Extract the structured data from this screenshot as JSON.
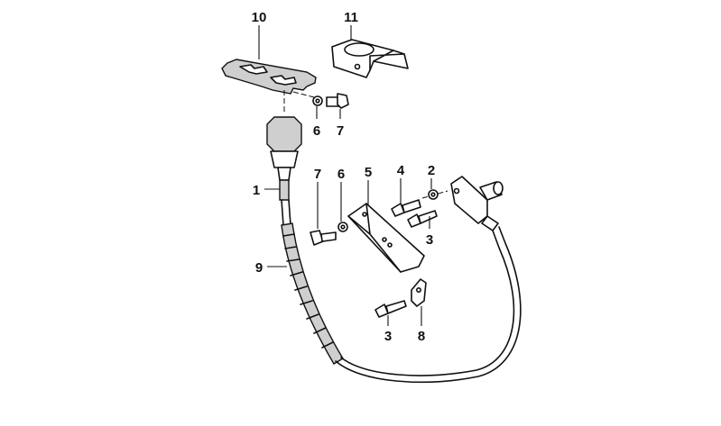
{
  "diagram": {
    "callouts": [
      {
        "id": "p10",
        "label": "10"
      },
      {
        "id": "p11",
        "label": "11"
      },
      {
        "id": "p6a",
        "label": "6"
      },
      {
        "id": "p7a",
        "label": "7"
      },
      {
        "id": "p1",
        "label": "1"
      },
      {
        "id": "p9",
        "label": "9"
      },
      {
        "id": "p7b",
        "label": "7"
      },
      {
        "id": "p6b",
        "label": "6"
      },
      {
        "id": "p5",
        "label": "5"
      },
      {
        "id": "p4",
        "label": "4"
      },
      {
        "id": "p2",
        "label": "2"
      },
      {
        "id": "p3a",
        "label": "3"
      },
      {
        "id": "p3b",
        "label": "3"
      },
      {
        "id": "p8",
        "label": "8"
      }
    ]
  }
}
